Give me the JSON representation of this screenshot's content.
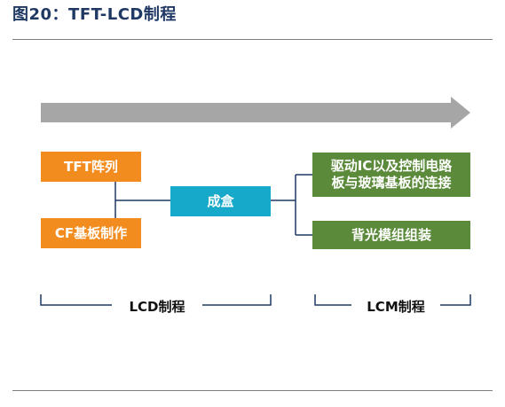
{
  "figure": {
    "title": "图20：TFT-LCD制程"
  },
  "nodes": {
    "tft_array": "TFT阵列",
    "cf_substrate": "CF基板制作",
    "cell_assembly": "成盒",
    "driver_ic_line1": "驱动IC以及控制电路",
    "driver_ic_line2": "板与玻璃基板的连接",
    "backlight": "背光模组组装"
  },
  "phases": {
    "lcd": "LCD制程",
    "lcm": "LCM制程"
  },
  "colors": {
    "orange": "#f28c1f",
    "teal": "#17a9c9",
    "green": "#5a8a3a",
    "arrow_gray": "#a6a6a6",
    "connector_navy": "#1f3864"
  }
}
